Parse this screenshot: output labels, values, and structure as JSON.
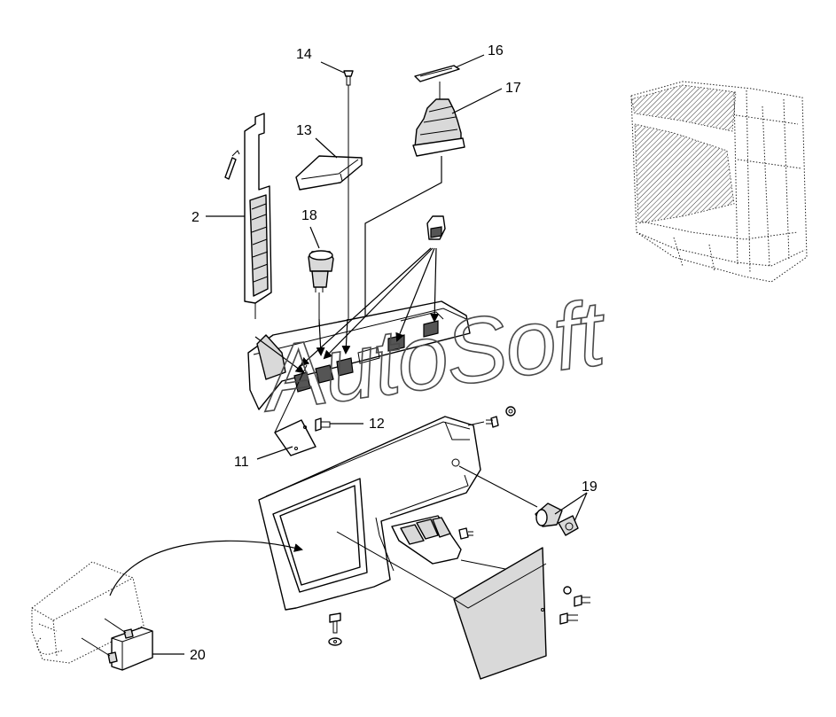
{
  "watermark": "AutoSoft",
  "callouts": [
    {
      "id": "2",
      "label": "2"
    },
    {
      "id": "11",
      "label": "11"
    },
    {
      "id": "12",
      "label": "12"
    },
    {
      "id": "13",
      "label": "13"
    },
    {
      "id": "14",
      "label": "14"
    },
    {
      "id": "16",
      "label": "16"
    },
    {
      "id": "17",
      "label": "17"
    },
    {
      "id": "18",
      "label": "18"
    },
    {
      "id": "19",
      "label": "19"
    },
    {
      "id": "20",
      "label": "20"
    }
  ],
  "colors": {
    "line": "#000000",
    "background": "#ffffff",
    "shade": "#d9d9d9"
  }
}
